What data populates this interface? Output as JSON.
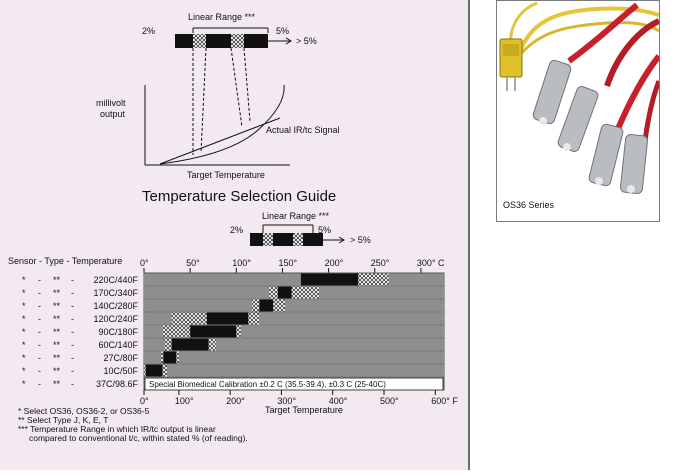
{
  "top_diagram": {
    "linear_range_label": "Linear Range ***",
    "left_pct": "2%",
    "right_pct": "5%",
    "outer_pct": "> 5%",
    "y_label_line1": "millivolt",
    "y_label_line2": "output",
    "curve_label": "Actual IR/tc Signal",
    "x_label": "Target Temperature"
  },
  "guide": {
    "title": "Temperature Selection Guide",
    "legend_linear_range": "Linear Range ***",
    "legend_left_pct": "2%",
    "legend_right_pct": "5%",
    "legend_outer_pct": "> 5%",
    "row_header": "Sensor - Type - Temperature",
    "x_label": "Target Temperature",
    "top_axis_ticks": [
      "0°",
      "50°",
      "100°",
      "150°",
      "200°",
      "250°",
      "300° C"
    ],
    "bottom_axis_ticks": [
      "0°",
      "100°",
      "200°",
      "300°",
      "400°",
      "500°",
      "600° F"
    ],
    "biomedical_note": "Special Biomedical Calibration ±0.2 C (35.5-39.4), ±0.3 C (25-40C)"
  },
  "chart_data": {
    "type": "range-bar",
    "x_unit": "°C",
    "xlim": [
      0,
      325
    ],
    "rows": [
      {
        "sensor": "*",
        "type": "**",
        "range": "220C/440F",
        "segments": [
          [
            0,
            170,
            "gray"
          ],
          [
            170,
            232,
            "black"
          ],
          [
            232,
            265,
            "hatch"
          ],
          [
            265,
            325,
            "gray"
          ]
        ]
      },
      {
        "sensor": "*",
        "type": "**",
        "range": "170C/340F",
        "segments": [
          [
            0,
            135,
            "gray"
          ],
          [
            135,
            145,
            "hatch"
          ],
          [
            145,
            160,
            "black"
          ],
          [
            160,
            190,
            "hatch"
          ],
          [
            190,
            325,
            "gray"
          ]
        ]
      },
      {
        "sensor": "*",
        "type": "**",
        "range": "140C/280F",
        "segments": [
          [
            0,
            117,
            "gray"
          ],
          [
            117,
            125,
            "hatch"
          ],
          [
            125,
            140,
            "black"
          ],
          [
            140,
            153,
            "hatch"
          ],
          [
            153,
            325,
            "gray"
          ]
        ]
      },
      {
        "sensor": "*",
        "type": "**",
        "range": "120C/240F",
        "segments": [
          [
            0,
            30,
            "gray"
          ],
          [
            30,
            50,
            "hatch"
          ],
          [
            50,
            68,
            "hatch"
          ],
          [
            68,
            113,
            "black"
          ],
          [
            113,
            125,
            "hatch"
          ],
          [
            125,
            325,
            "gray"
          ]
        ]
      },
      {
        "sensor": "*",
        "type": "**",
        "range": "90C/180F",
        "segments": [
          [
            0,
            20,
            "gray"
          ],
          [
            20,
            25,
            "hatch"
          ],
          [
            25,
            40,
            "hatch"
          ],
          [
            40,
            50,
            "hatch"
          ],
          [
            50,
            100,
            "black"
          ],
          [
            100,
            105,
            "hatch"
          ],
          [
            105,
            325,
            "gray"
          ]
        ]
      },
      {
        "sensor": "*",
        "type": "**",
        "range": "60C/140F",
        "segments": [
          [
            0,
            22,
            "gray"
          ],
          [
            22,
            30,
            "hatch"
          ],
          [
            30,
            70,
            "black"
          ],
          [
            70,
            78,
            "hatch"
          ],
          [
            78,
            325,
            "gray"
          ]
        ]
      },
      {
        "sensor": "*",
        "type": "**",
        "range": "27C/80F",
        "segments": [
          [
            0,
            18,
            "gray"
          ],
          [
            18,
            21,
            "hatch"
          ],
          [
            21,
            35,
            "black"
          ],
          [
            35,
            38,
            "hatch"
          ],
          [
            38,
            325,
            "gray"
          ]
        ]
      },
      {
        "sensor": "*",
        "type": "**",
        "range": "10C/50F",
        "segments": [
          [
            0,
            2,
            "hatch"
          ],
          [
            2,
            20,
            "black"
          ],
          [
            20,
            25,
            "hatch"
          ],
          [
            25,
            325,
            "gray"
          ]
        ]
      },
      {
        "sensor": "*",
        "type": "**",
        "range": "37C/98.6F",
        "segments": []
      }
    ]
  },
  "footnotes": {
    "note1": "*  Select OS36, OS36-2, or OS36-5",
    "note2": "** Select Type J, K, E, T",
    "note3_line1": "*** Temperature Range in which IR/tc output is linear",
    "note3_line2": "compared to conventional t/c, within stated % (of reading)."
  },
  "photo": {
    "caption": "OS36 Series"
  },
  "colors": {
    "panel_bg": "#f3e9f1",
    "bar_gray": "#8e8e8e",
    "bar_black": "#111111"
  }
}
